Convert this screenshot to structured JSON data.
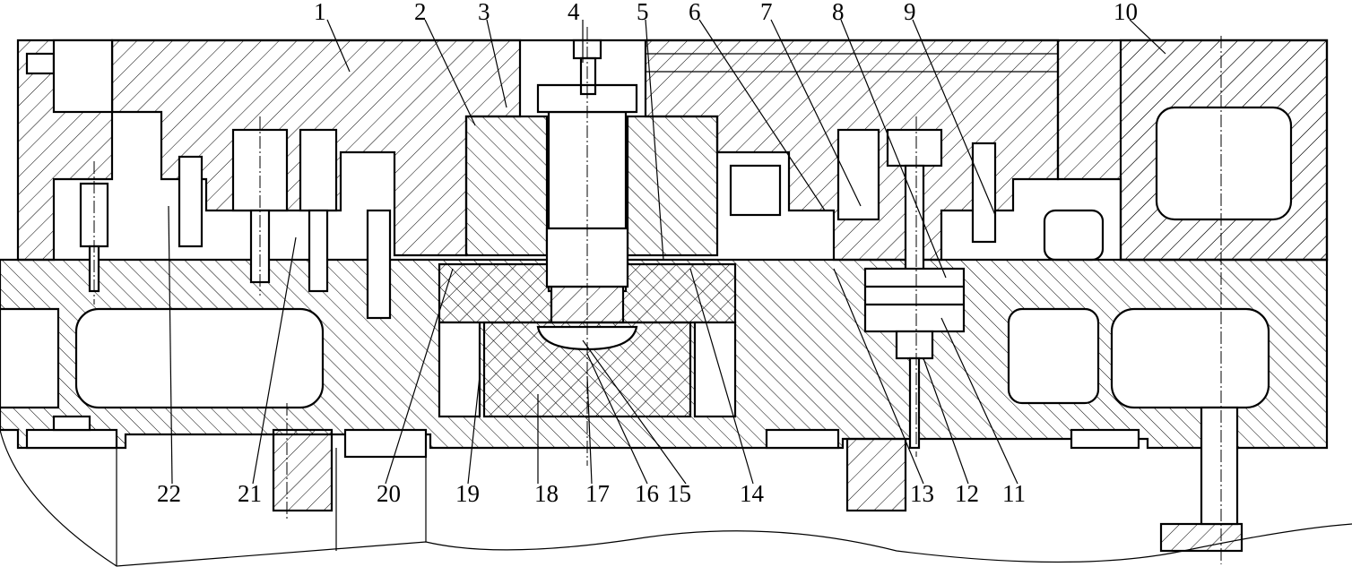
{
  "drawing": {
    "callouts_top": [
      "1",
      "2",
      "3",
      "4",
      "5",
      "6",
      "7",
      "8",
      "9",
      "10"
    ],
    "callouts_bottom": [
      "22",
      "21",
      "20",
      "19",
      "18",
      "17",
      "16",
      "15",
      "14",
      "13",
      "12",
      "11"
    ]
  }
}
